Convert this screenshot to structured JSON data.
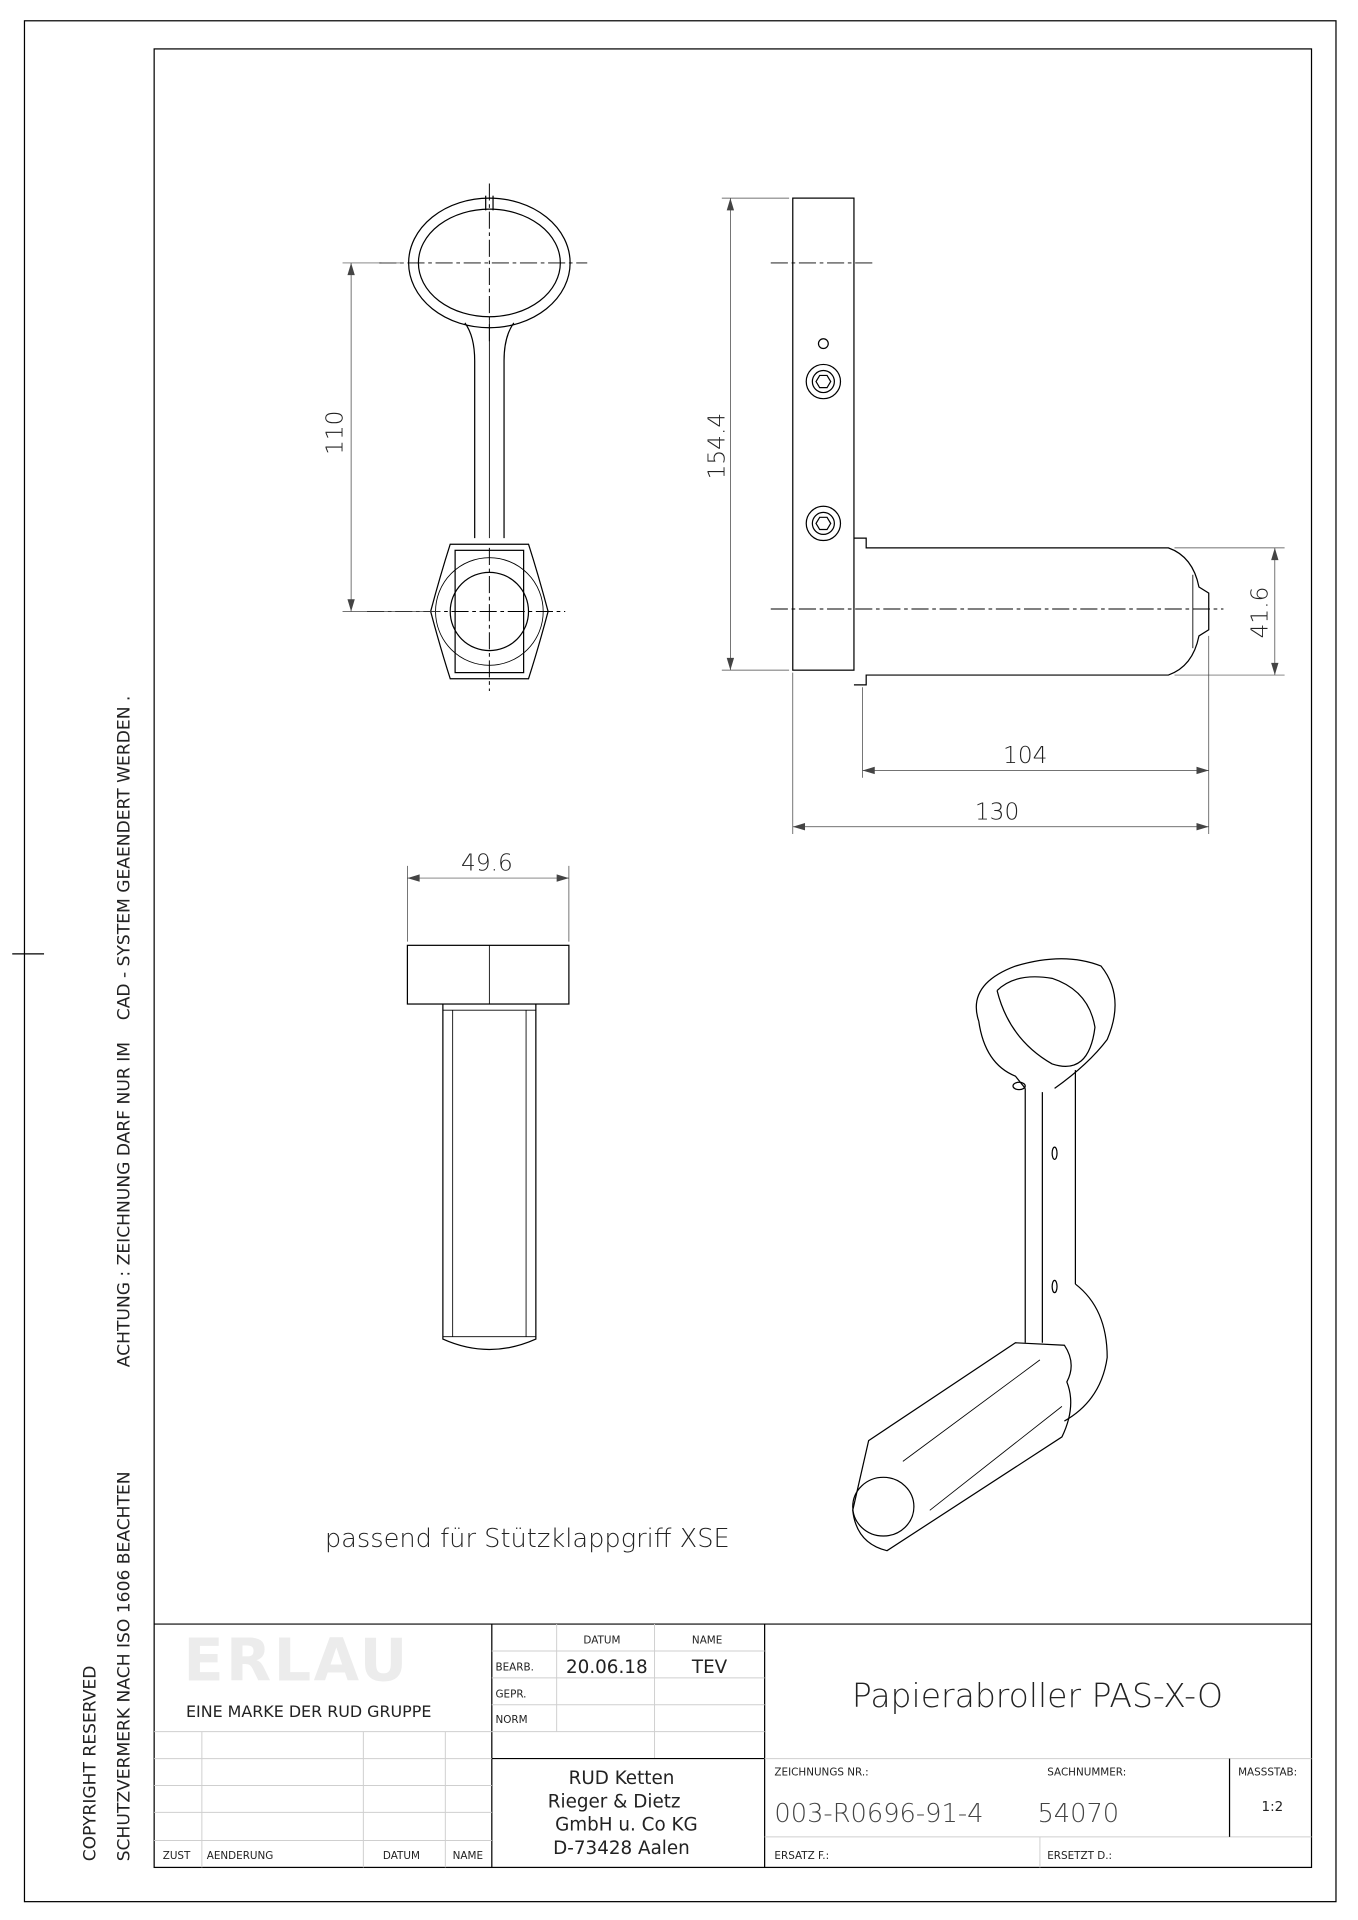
{
  "drawing": {
    "dimensions": {
      "ring_to_hub": "110",
      "bar_height": "154.4",
      "tube_diameter": "41.6",
      "tube_length": "104",
      "overall_length": "130",
      "head_width": "49.6"
    },
    "note": "passend für Stützklappgriff XSE"
  },
  "margin_notes": {
    "copyright": "COPYRIGHT RESERVED",
    "protection": "SCHUTZVERMERK NACH ISO 1606 BEACHTEN",
    "warning": "ACHTUNG : ZEICHNUNG DARF NUR IM    CAD - SYSTEM GEAENDERT WERDEN ."
  },
  "title_block": {
    "logo": "ERLAU",
    "brand_tagline": "EINE MARKE DER RUD GRUPPE",
    "revision_headers": {
      "zust": "ZUST",
      "change": "AENDERUNG",
      "date": "DATUM",
      "name": "NAME"
    },
    "approval": {
      "header_date": "DATUM",
      "header_name": "NAME",
      "rows": [
        {
          "label": "BEARB.",
          "date": "20.06.18",
          "name": "TEV"
        },
        {
          "label": "GEPR.",
          "date": "",
          "name": ""
        },
        {
          "label": "NORM",
          "date": "",
          "name": ""
        }
      ]
    },
    "company": [
      "RUD Ketten",
      "Rieger & Dietz",
      "GmbH u. Co KG",
      "D-73428 Aalen"
    ],
    "title": "Papierabroller PAS-X-O",
    "drawing_no_label": "ZEICHNUNGS NR.:",
    "drawing_no": "003-R0696-91-4",
    "part_no_label": "SACHNUMMER:",
    "part_no": "54070",
    "scale_label": "MASSSTAB:",
    "scale": "1:2",
    "replaces_label": "ERSATZ F.:",
    "replaced_by_label": "ERSETZT D.:"
  }
}
